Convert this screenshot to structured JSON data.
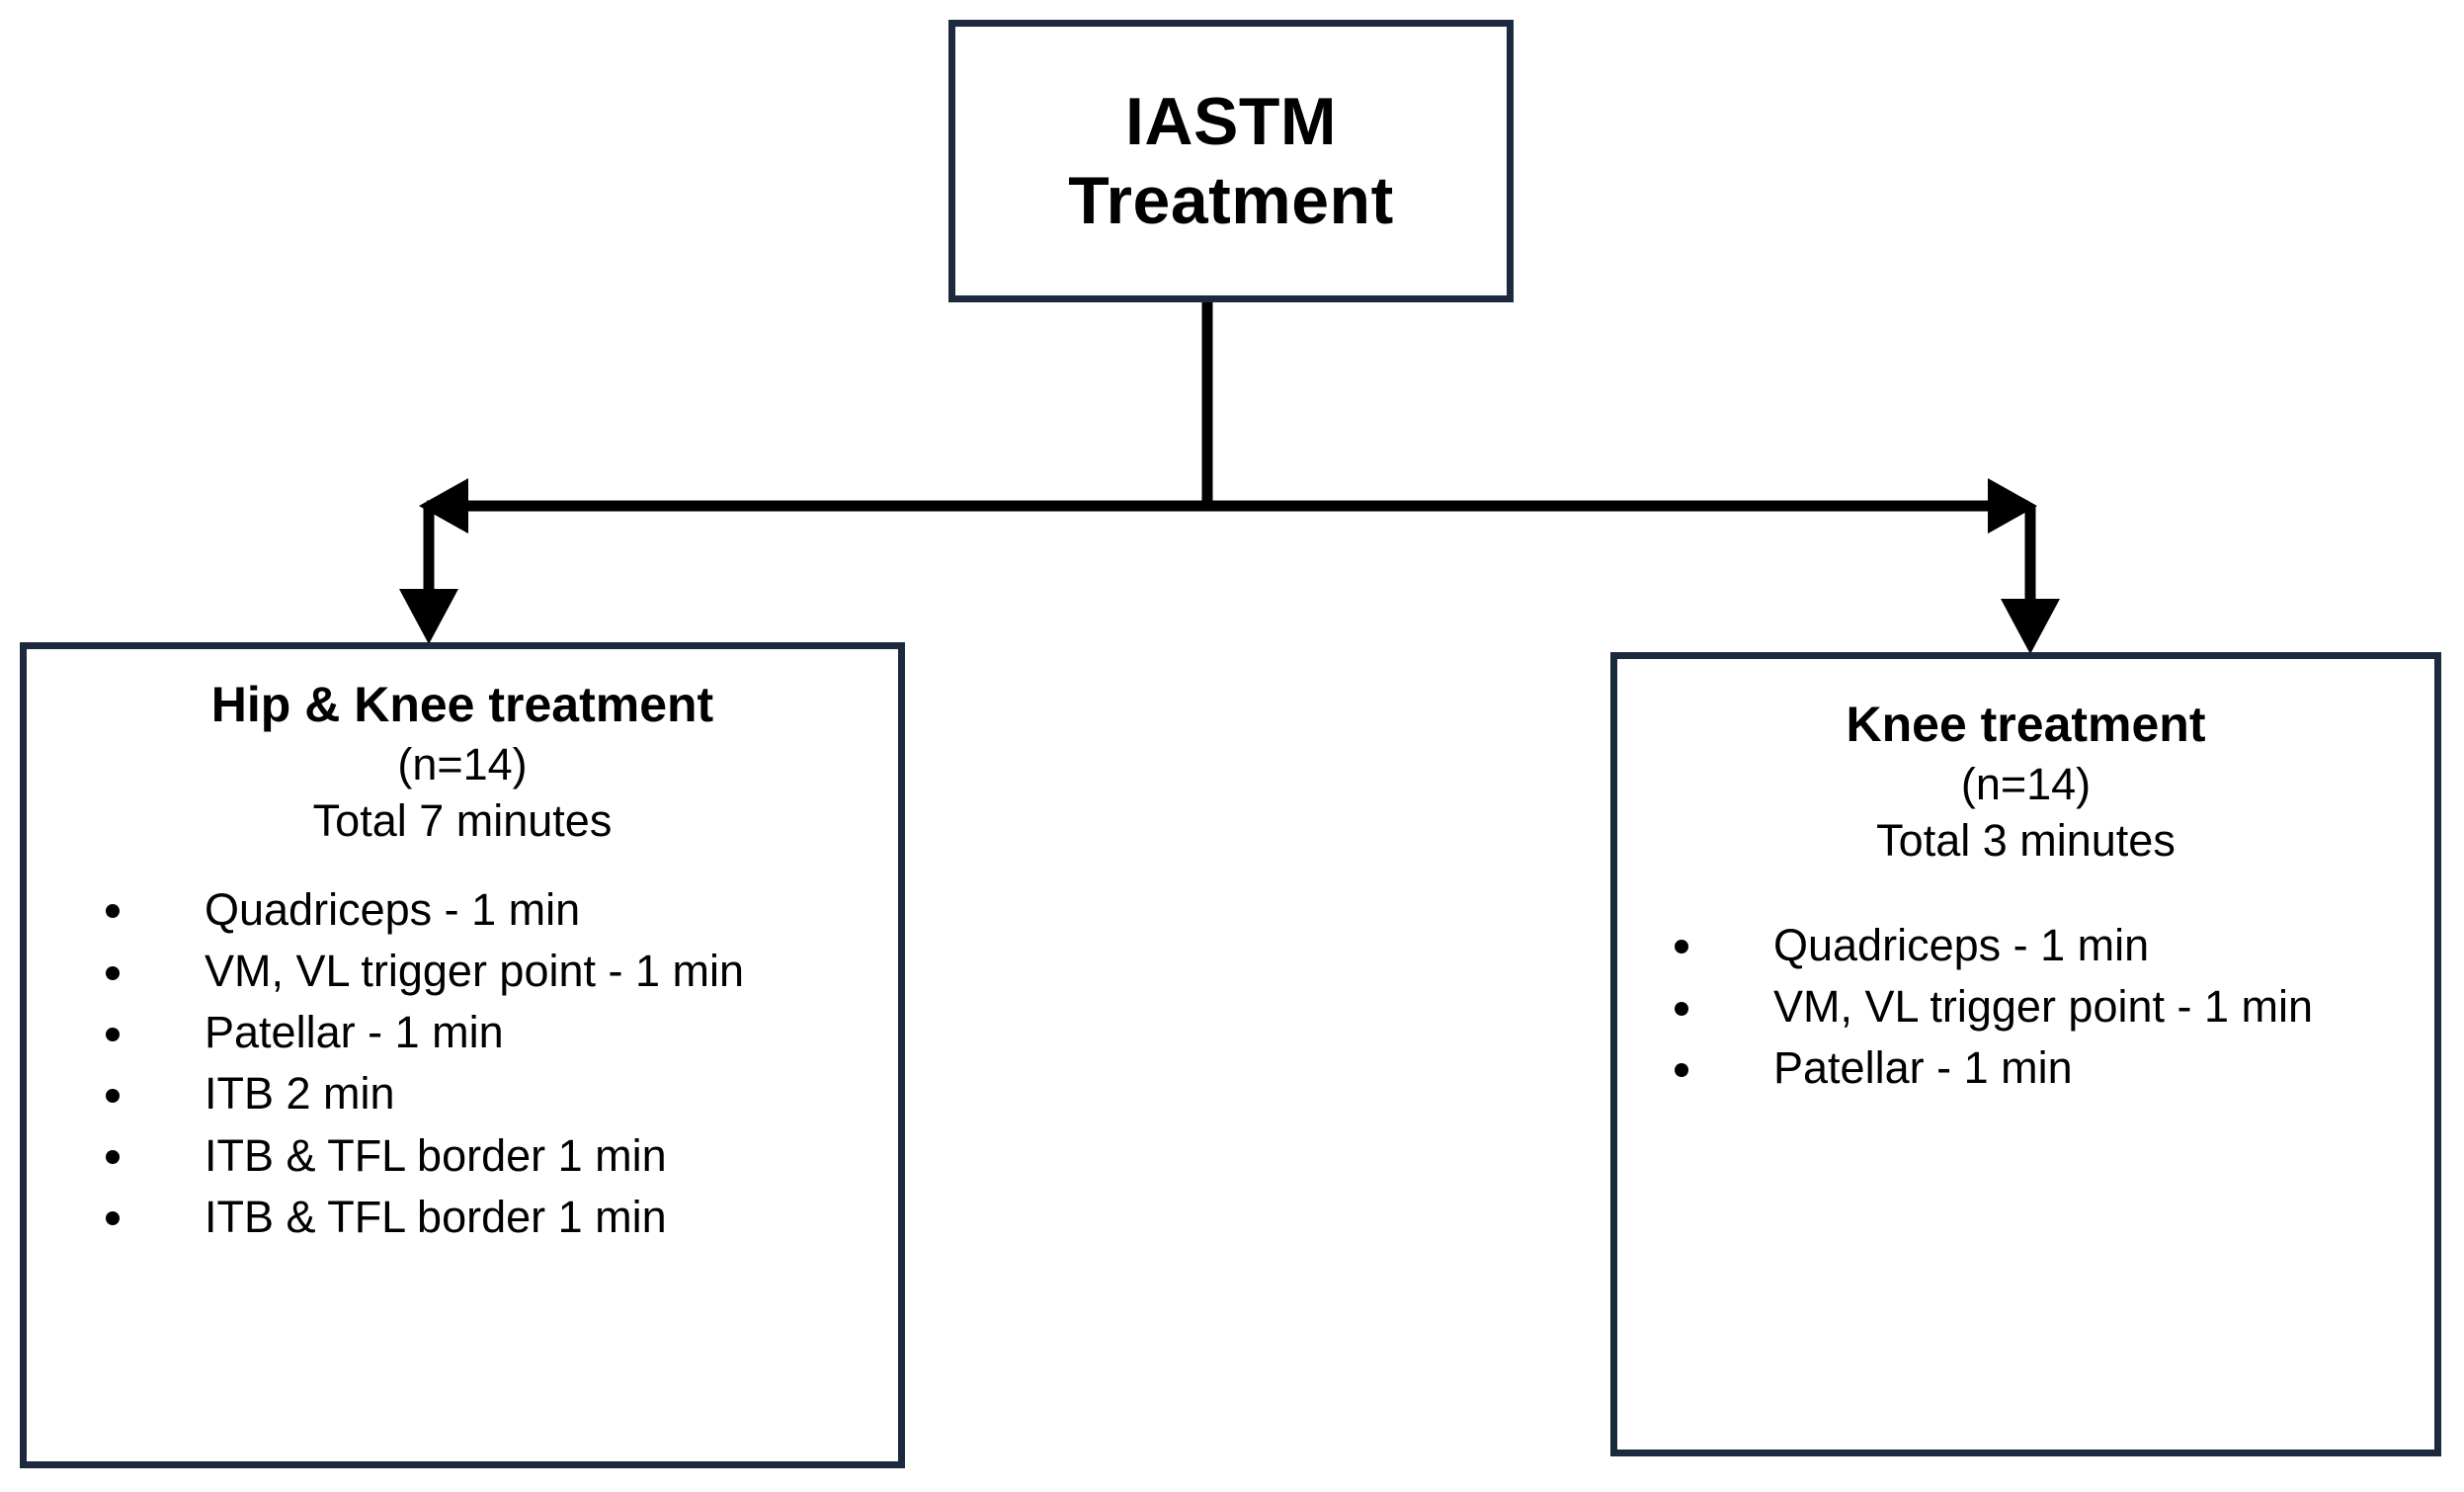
{
  "diagram": {
    "title": "IASTM Treatment allocation flowchart",
    "border_color": "#1b2a3d",
    "line_color": "#000000",
    "background": "#ffffff"
  },
  "root": {
    "line1": "IASTM",
    "line2": "Treatment"
  },
  "branches": [
    {
      "id": "hip-knee",
      "title": "Hip & Knee treatment",
      "sample_size": "(n=14)",
      "total_time": "Total 7 minutes",
      "items": [
        "Quadriceps - 1 min",
        "VM, VL trigger point - 1 min",
        "Patellar - 1 min",
        "ITB 2 min",
        "ITB & TFL border 1 min",
        "ITB & TFL border 1 min"
      ]
    },
    {
      "id": "knee",
      "title": "Knee treatment",
      "sample_size": "(n=14)",
      "total_time": "Total 3 minutes",
      "items": [
        "Quadriceps - 1 min",
        "VM, VL trigger point - 1 min",
        "Patellar - 1 min"
      ]
    }
  ],
  "connectors": {
    "stem": "vertical-line-from-root",
    "split": "horizontal-double-arrow",
    "left_drop": "down-arrow-to-hip-knee",
    "right_drop": "down-arrow-to-knee"
  }
}
